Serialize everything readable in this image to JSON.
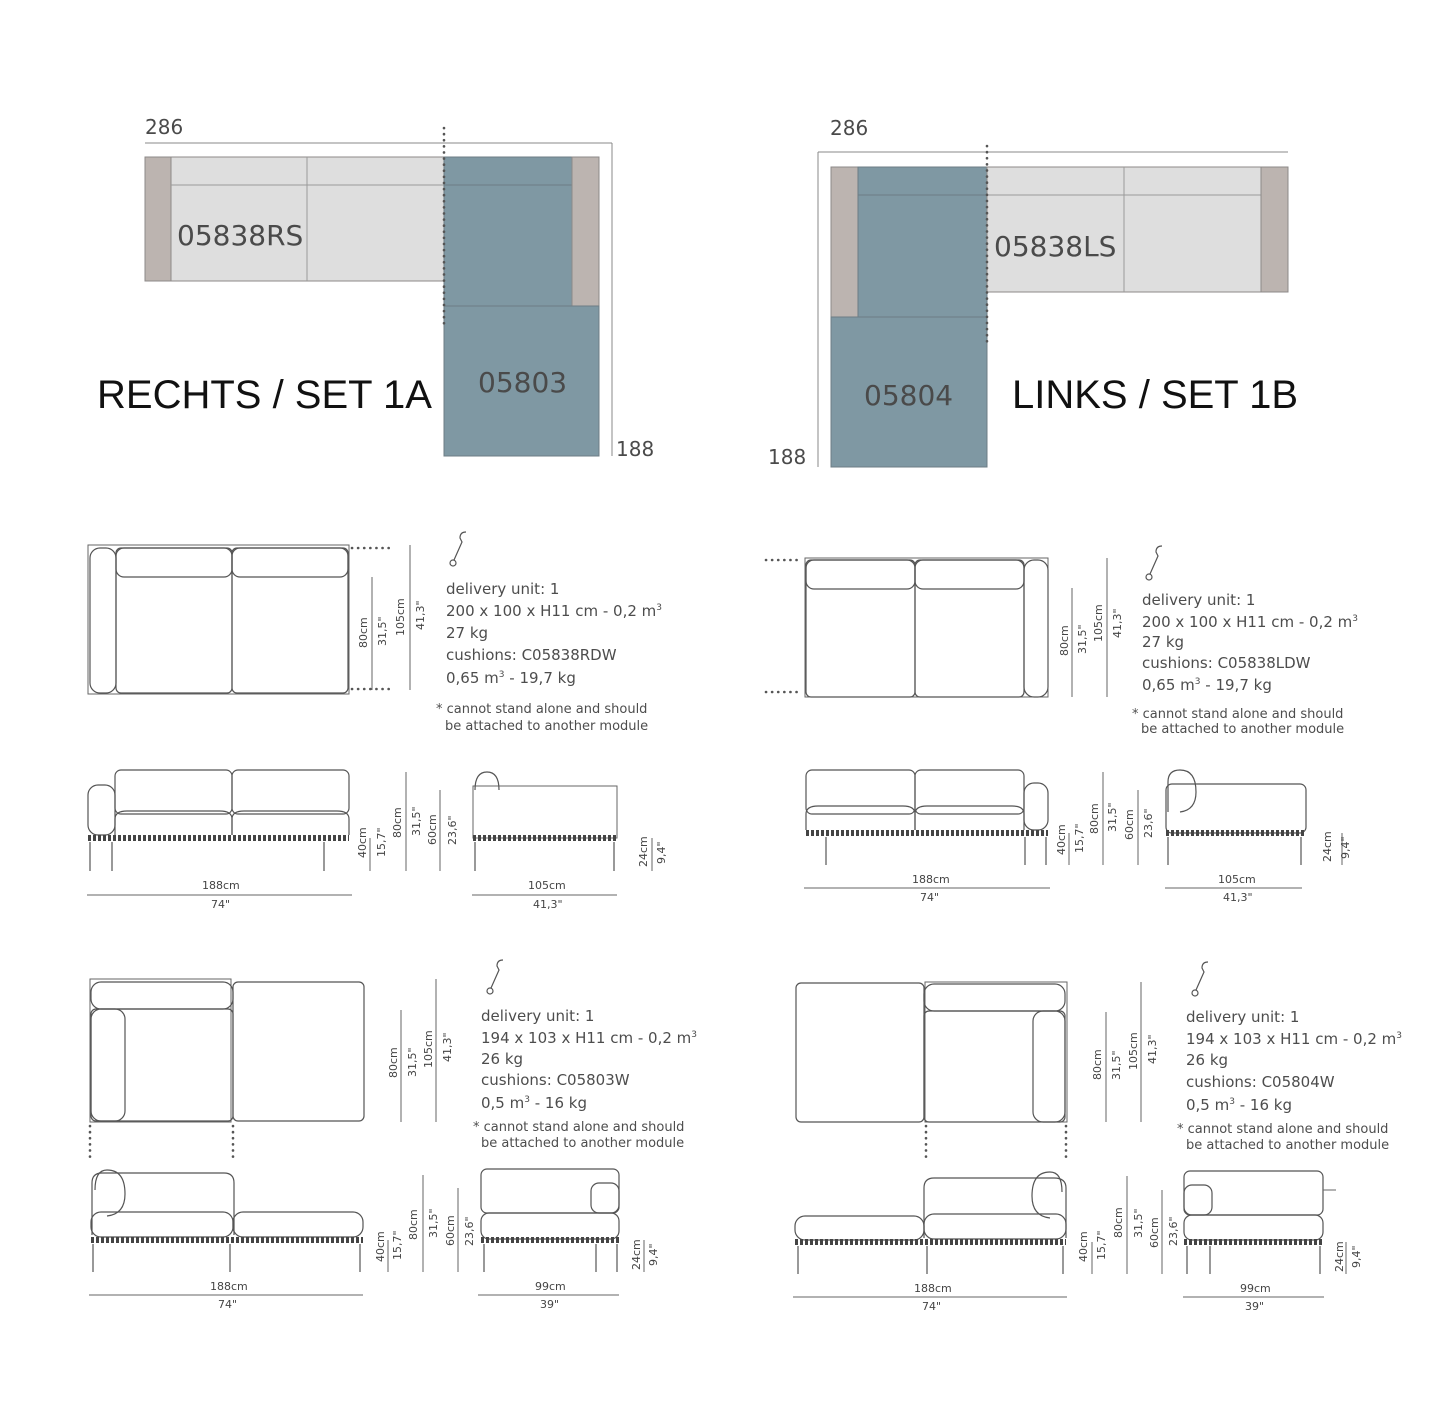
{
  "set_a": {
    "title": "RECHTS / SET 1A",
    "width_label": "286",
    "depth_label": "188",
    "module_left_code": "05838RS",
    "module_right_code": "05803"
  },
  "set_b": {
    "title": "LINKS / SET 1B",
    "width_label": "286",
    "depth_label": "188",
    "module_right_code": "05838LS",
    "module_left_code": "05804"
  },
  "colors": {
    "light_module": "#dedede",
    "blue_module": "#7f98a3",
    "armrest": "#bcb4b0",
    "line": "#555555"
  },
  "icons": [
    "wrench-icon"
  ],
  "spec_blocks": [
    {
      "delivery": "delivery unit: 1",
      "box_main": "200 x 100 x H11 cm - 0,2 m",
      "box_sup": "3",
      "weight": "27 kg",
      "cushions": "cushions: C05838RDW",
      "cushion_main": "0,65 m",
      "cushion_sup": "3",
      "cushion_rest": " - 19,7 kg",
      "note1": "* cannot stand alone and should",
      "note2": "be attached to another module"
    },
    {
      "delivery": "delivery unit: 1",
      "box_main": "200 x 100 x H11 cm - 0,2 m",
      "box_sup": "3",
      "weight": "27 kg",
      "cushions": "cushions: C05838LDW",
      "cushion_main": "0,65 m",
      "cushion_sup": "3",
      "cushion_rest": " - 19,7 kg",
      "note1": "* cannot stand alone and should",
      "note2": "be attached to another module"
    },
    {
      "delivery": "delivery unit: 1",
      "box_main": "194 x 103 x H11 cm - 0,2 m",
      "box_sup": "3",
      "weight": "26 kg",
      "cushions": "cushions: C05803W",
      "cushion_main": "0,5 m",
      "cushion_sup": "3",
      "cushion_rest": " - 16 kg",
      "note1": "* cannot stand alone and should",
      "note2": "be attached to another module"
    },
    {
      "delivery": "delivery unit: 1",
      "box_main": "194 x 103 x H11 cm - 0,2 m",
      "box_sup": "3",
      "weight": "26 kg",
      "cushions": "cushions: C05804W",
      "cushion_main": "0,5 m",
      "cushion_sup": "3",
      "cushion_rest": " - 16 kg",
      "note1": "* cannot stand alone and should",
      "note2": "be attached to another module"
    }
  ],
  "dims": {
    "h80cm": "80cm",
    "h31_5in": "31,5\"",
    "h105cm": "105cm",
    "h41_3in": "41,3\"",
    "h40cm": "40cm",
    "h15_7in": "15,7\"",
    "h60cm": "60cm",
    "h23_6in": "23,6\"",
    "h24cm": "24cm",
    "h9_4in": "9,4\"",
    "w188cm": "188cm",
    "w74in": "74\"",
    "w105cm": "105cm",
    "w41_3in": "41,3\"",
    "w99cm": "99cm",
    "w39in": "39\""
  }
}
